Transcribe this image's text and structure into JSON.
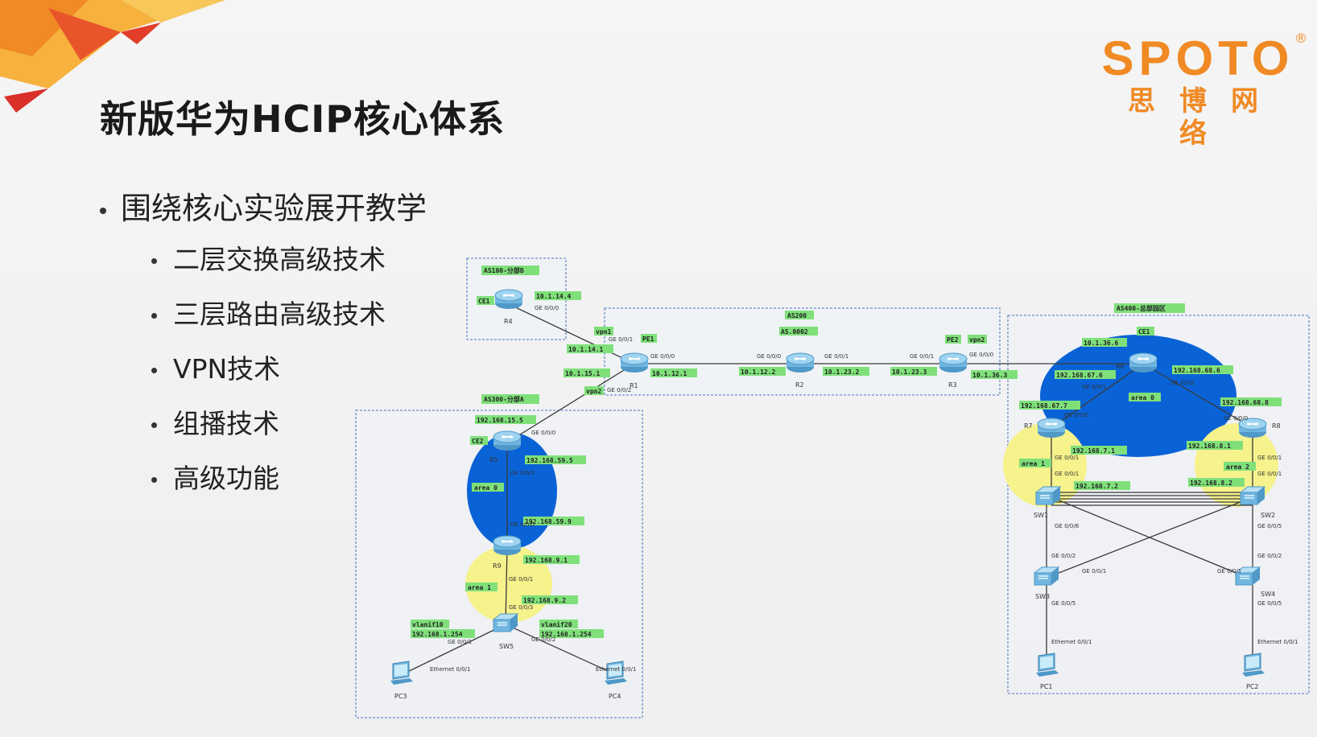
{
  "title": "新版华为HCIP核心体系",
  "logo": {
    "en": "SPOTO",
    "reg": "®",
    "cn": "思博网络",
    "color": "#f08a24"
  },
  "bullets": {
    "main": "围绕核心实验展开教学",
    "sub": [
      "二层交换高级技术",
      "三层路由高级技术",
      "VPN技术",
      "组播技术",
      "高级功能"
    ]
  },
  "topology": {
    "as_labels": {
      "as100": "AS100-分部B",
      "as200": "AS200",
      "as300": "AS300-分部A",
      "as400": "AS400-总部园区"
    },
    "area_labels": {
      "area0_left": "area 0",
      "area1_left": "area 1",
      "area0_right": "area 0",
      "area1_r7": "area 1",
      "area2_r8": "area 2"
    },
    "devices": {
      "r4": "R4",
      "r1": "R1",
      "r2": "R2",
      "r3": "R3",
      "r5": "R5",
      "r6": "R6",
      "r7": "R7",
      "r8": "R8",
      "r9": "R9",
      "sw1": "SW1",
      "sw2": "SW2",
      "sw3": "SW3",
      "sw4": "SW4",
      "sw5": "SW5",
      "pc1": "PC1",
      "pc2": "PC2",
      "pc3": "PC3",
      "pc4": "PC4"
    },
    "tags": {
      "ce1_r4": "CE1",
      "ip_r4": "10.1.14.4",
      "vpn1_r1": "vpn1",
      "pe1_r1": "PE1",
      "ip_r1_14": "10.1.14.1",
      "ip_r1_15": "10.1.15.1",
      "vpn2_r1": "vpn2",
      "ip_r1_12": "10.1.12.1",
      "ip_r2_12": "10.1.12.2",
      "ip_r2_23": "10.1.23.2",
      "ip_r3_23": "10.1.23.3",
      "pe2_r3": "PE2",
      "vpn2_r3": "vpn2",
      "ip_r3_36": "10.1.36.3",
      "as_number": "AS200",
      "router_id": "AS.0002",
      "ip_r5_15": "192.168.15.5",
      "ce2_r5": "CE2",
      "ip_r5_59": "192.168.59.5",
      "ip_r9_59": "192.168.59.9",
      "ip_r9_9": "192.168.9.1",
      "ip_r9_2": "192.168.9.2",
      "vlanif10_label": "vlanif10",
      "vlanif10_ip": "192.168.1.254",
      "vlanif20_label": "vlanif20",
      "vlanif20_ip": "192.168.1.254",
      "ip_r6_36": "10.1.36.6",
      "ce1_r6": "CE1",
      "ip_r6_67": "192.168.67.6",
      "ip_r6_68": "192.168.68.6",
      "ip_r7_67": "192.168.67.7",
      "ip_r7_71": "192.168.7.1",
      "ip_r7_72": "192.168.7.2",
      "ip_r8_68": "192.168.68.8",
      "ip_r8_81": "192.168.8.1",
      "ip_r8_82": "192.168.8.2"
    },
    "ports": {
      "ge000": "GE 0/0/0",
      "ge001": "GE 0/0/1",
      "ge002": "GE 0/0/2",
      "ge003": "GE 0/0/3",
      "ge005": "GE 0/0/5",
      "ge006": "GE 0/0/6",
      "eth001": "Ethernet 0/0/1"
    },
    "colors": {
      "tag_green": "#7fe07a",
      "area0_blue": "#0a63d6",
      "area1_yellow": "#f6f28c",
      "line": "#3a3a3a",
      "as_box": "#6a8fc8"
    }
  }
}
